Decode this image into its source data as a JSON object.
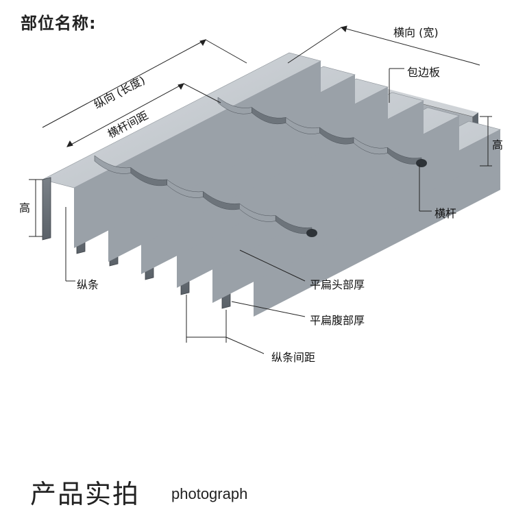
{
  "header": {
    "title": "部位名称:"
  },
  "labels": {
    "width_dir": "横向 (宽)",
    "length_dir": "纵向 (长度)",
    "crossbar_spacing": "横杆间距",
    "edge_plate": "包边板",
    "height": "高",
    "crossbar": "横杆",
    "bearing_bar": "纵条",
    "head_thickness": "平扁头部厚",
    "belly_thickness": "平扁腹部厚",
    "bearing_spacing": "纵条间距"
  },
  "footer": {
    "cn": "产品实拍",
    "en": "photograph"
  },
  "colors": {
    "top_face": "#c9ced3",
    "front_face": "#6e757c",
    "side_face": "#9aa1a8",
    "crossbar": "#7d848b",
    "line": "#222222"
  }
}
